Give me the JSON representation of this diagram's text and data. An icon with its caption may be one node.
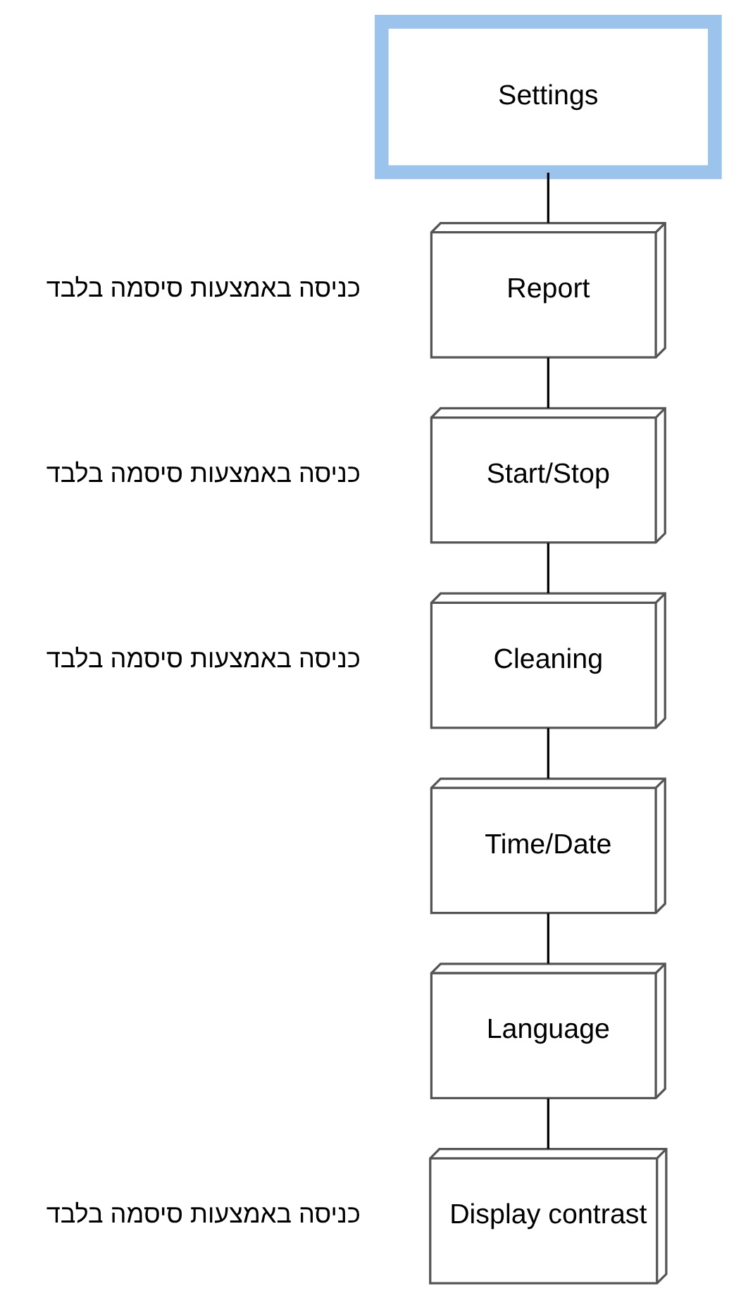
{
  "diagram": {
    "nodes": [
      {
        "text": [
          "Settings"
        ]
      },
      {
        "text": [
          "Report"
        ],
        "beside": [
          "כניסה באמצעות סיסמה בלבד"
        ]
      },
      {
        "text": [
          "Start/Stop"
        ],
        "beside": [
          "כניסה באמצעות סיסמה בלבד"
        ]
      },
      {
        "text": [
          "Cleaning"
        ],
        "beside": [
          "כניסה באמצעות סיסמה בלבד"
        ]
      },
      {
        "text": [
          "Time/Date"
        ]
      },
      {
        "text": [
          "Language"
        ]
      },
      {
        "text": [
          "Display contrast"
        ],
        "beside": [
          "כניסה באמצעות סיסמה בלבד"
        ]
      }
    ],
    "edges": [
      {
        "from": 0,
        "to": 1,
        "arrow": "none"
      },
      {
        "from": 1,
        "to": 2,
        "arrow": "none"
      },
      {
        "from": 2,
        "to": 3,
        "arrow": "none"
      },
      {
        "from": 3,
        "to": 4,
        "arrow": "none"
      },
      {
        "from": 4,
        "to": 5,
        "arrow": "none"
      },
      {
        "from": 5,
        "to": 6,
        "arrow": "none"
      }
    ]
  }
}
